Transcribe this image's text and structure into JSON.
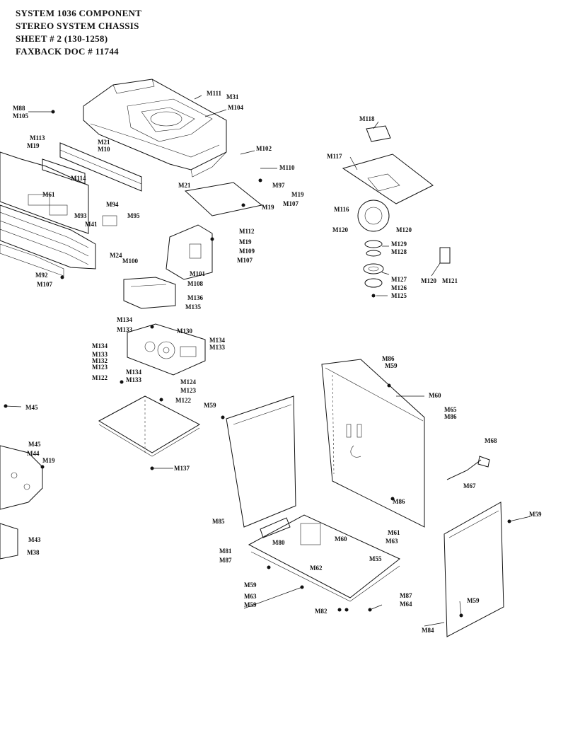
{
  "header": {
    "line1": "SYSTEM 1036 COMPONENT",
    "line2": "STEREO SYSTEM CHASSIS",
    "line3": "SHEET # 2  (130-1258)",
    "line4": "FAXBACK DOC # 11744"
  },
  "callouts": [
    "M88",
    "M105",
    "M113",
    "M19",
    "M21",
    "M10",
    "M114",
    "M61",
    "M94",
    "M93",
    "M95",
    "M41",
    "M24",
    "M92",
    "M107",
    "M111",
    "M31",
    "M104",
    "M102",
    "M110",
    "M97",
    "M19",
    "M19",
    "M107",
    "M21",
    "M112",
    "M19",
    "M100",
    "M109",
    "M107",
    "M101",
    "M108",
    "M118",
    "M117",
    "M116",
    "M120",
    "M120",
    "M129",
    "M128",
    "M127",
    "M126",
    "M125",
    "M120",
    "M121",
    "M136",
    "M135",
    "M134",
    "M133",
    "M130",
    "M134",
    "M133",
    "M134",
    "M133",
    "M132",
    "M123",
    "M134",
    "M133",
    "M122",
    "M124",
    "M123",
    "M122",
    "M45",
    "M45",
    "M44",
    "M19",
    "M43",
    "M38",
    "M137",
    "M59",
    "M85",
    "M86",
    "M59",
    "M60",
    "M65",
    "M86",
    "M68",
    "M67",
    "M86",
    "M61",
    "M59",
    "M63",
    "M60",
    "M81",
    "M87",
    "M80",
    "M59",
    "M63",
    "M59",
    "M62",
    "M55",
    "M87",
    "M64",
    "M82",
    "M59",
    "M84"
  ]
}
